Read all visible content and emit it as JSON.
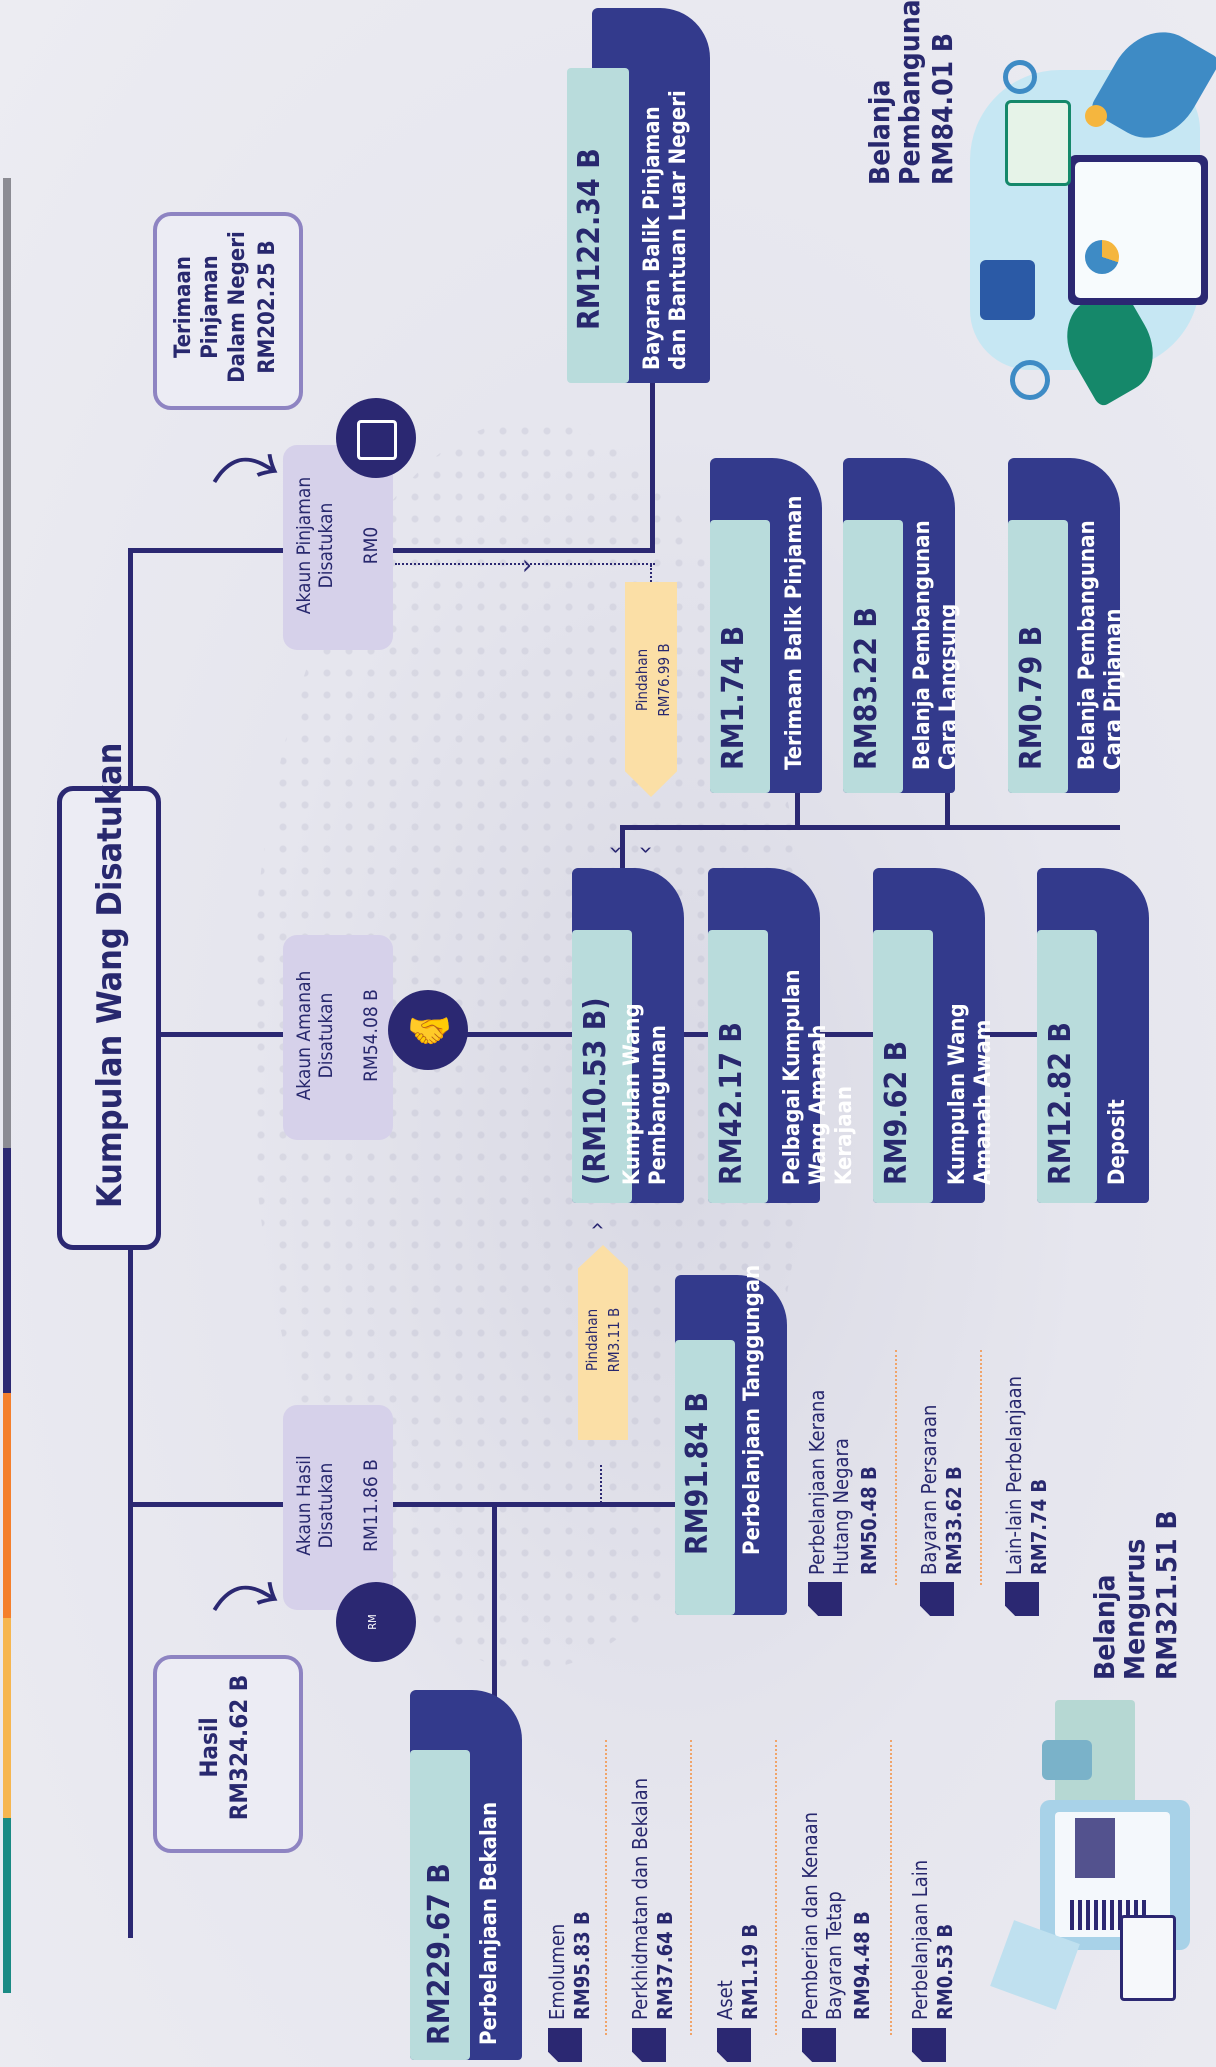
{
  "title": "Kumpulan Wang Disatukan",
  "hasil": {
    "label": "Hasil",
    "value": "RM324.62 B"
  },
  "terimaan": {
    "label": "Terimaan Pinjaman Dalam Negeri",
    "value": "RM202.25 B"
  },
  "accounts": {
    "hasil": {
      "label": "Akaun Hasil Disatukan",
      "value": "RM11.86 B"
    },
    "amanah": {
      "label": "Akaun Amanah Disatukan",
      "value": "RM54.08 B"
    },
    "pinjaman": {
      "label": "Akaun Pinjaman Disatukan",
      "value": "RM0"
    }
  },
  "pindahan": [
    {
      "label": "Pindahan",
      "value": "RM3.11 B"
    },
    {
      "label": "Pindahan",
      "value": "RM76.99 B"
    }
  ],
  "bekalan": {
    "value": "RM229.67 B",
    "label": "Perbelanjaan Bekalan"
  },
  "bekalan_items": [
    {
      "label": "Emolumen",
      "value": "RM95.83 B"
    },
    {
      "label": "Perkhidmatan dan Bekalan",
      "value": "RM37.64 B"
    },
    {
      "label": "Aset",
      "value": "RM1.19 B"
    },
    {
      "label": "Pemberian dan Kenaan Bayaran Tetap",
      "value": "RM94.48 B"
    },
    {
      "label": "Perbelanjaan Lain",
      "value": "RM0.53 B"
    }
  ],
  "tanggungan": {
    "value": "RM91.84 B",
    "label": "Perbelanjaan Tanggungan"
  },
  "tanggungan_items": [
    {
      "label": "Perbelanjaan Kerana Hutang Negara",
      "value": "RM50.48 B"
    },
    {
      "label": "Bayaran Persaraan",
      "value": "RM33.62 B"
    },
    {
      "label": "Lain-lain Perbelanjaan",
      "value": "RM7.74 B"
    }
  ],
  "amanah_cards": [
    {
      "value": "(RM10.53 B)",
      "label": "Kumpulan Wang Pembangunan"
    },
    {
      "value": "RM42.17 B",
      "label": "Pelbagai Kumpulan Wang Amanah Kerajaan"
    },
    {
      "value": "RM9.62 B",
      "label": "Kumpulan Wang Amanah Awam"
    },
    {
      "value": "RM12.82 B",
      "label": "Deposit"
    }
  ],
  "pembangunan_cards": [
    {
      "value": "RM1.74 B",
      "label": "Terimaan Balik Pinjaman"
    },
    {
      "value": "RM83.22 B",
      "label": "Belanja Pembangunan Cara Langsung"
    },
    {
      "value": "RM0.79 B",
      "label": "Belanja Pembangunan Cara Pinjaman"
    }
  ],
  "bayaran_balik": {
    "value": "RM122.34 B",
    "label": "Bayaran Balik Pinjaman dan Bantuan Luar Negeri"
  },
  "belanja_mengurus": {
    "label": "Belanja Mengurus",
    "value": "RM321.51 B"
  },
  "belanja_pembangunan": {
    "label": "Belanja Pembangunan",
    "value": "RM84.01 B"
  },
  "icon_labels": {
    "coin": "RM"
  },
  "colors": {
    "navy": "#2b2872",
    "card_back": "#333a8c",
    "card_front": "#b9dcdc",
    "pindahan": "#fbdfa6",
    "box_border": "#8e84c2"
  }
}
